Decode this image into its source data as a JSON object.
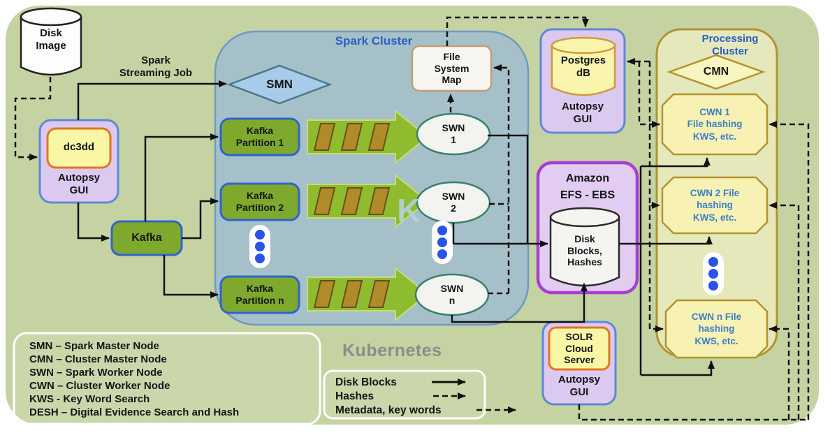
{
  "panel": {
    "spark_cluster_title": "Spark Cluster",
    "processing_cluster_title": "Processing Cluster",
    "kubernetes_label": "Kubernetes",
    "big_k_watermark": "K"
  },
  "nodes": {
    "disk_image": "Disk\nImage",
    "spark_streaming_job": "Spark\nStreaming Job",
    "dc3dd": "dc3dd",
    "dc3dd_autopsy_gui": "Autopsy GUI",
    "kafka": "Kafka",
    "smn": "SMN",
    "kafka_partition_1": "Kafka\nPartition 1",
    "kafka_partition_2": "Kafka\nPartition 2",
    "kafka_partition_n": "Kafka\nPartition n",
    "swn_1": "SWN\n1",
    "swn_2": "SWN\n2",
    "swn_n": "SWN\nn",
    "file_system_map": "File\nSystem\nMap",
    "postgres_db": "Postgres\ndB",
    "postgres_autopsy_gui": "Autopsy GUI",
    "amazon_efs_ebs": "Amazon\nEFS - EBS",
    "disk_blocks_hashes": "Disk\nBlocks,\nHashes",
    "cmn": "CMN",
    "cwn_1": "CWN 1\nFile hashing\nKWS, etc.",
    "cwn_2": "CWN 2 File\nhashing\nKWS, etc.",
    "cwn_n": "CWN n File\nhashing\nKWS, etc.",
    "solr_cloud_server": "SOLR\nCloud\nServer",
    "solr_autopsy_gui": "Autopsy GUI"
  },
  "abbreviation_legend": {
    "items": [
      "SMN – Spark Master Node",
      "CMN – Cluster Master Node",
      "SWN – Spark Worker Node",
      "CWN – Cluster Worker Node",
      "KWS -  Key Word Search",
      "DESH – Digital Evidence Search and Hash"
    ]
  },
  "arrow_legend": {
    "items": [
      {
        "label": "Disk Blocks",
        "style": "solid"
      },
      {
        "label": "Hashes",
        "style": "dashed"
      },
      {
        "label": "Metadata, key words",
        "style": "dashed"
      }
    ]
  },
  "colors": {
    "background_panel": "#c5d3a2",
    "spark_cluster_fill": "#a6c0c9",
    "spark_cluster_border": "#7099c2",
    "processing_cluster_fill": "#e5e8ba",
    "cluster_tan_border": "#b2932f",
    "kafka_green": "#7fa92d",
    "node_blue_border": "#2f63cf",
    "flow_arrow_green": "#8fbc2f",
    "block_brown": "#b18a2a",
    "autopsy_purple": "#dcc9f0",
    "autopsy_blue_border": "#5d88d8",
    "amazon_purple_border": "#a63fd4",
    "yellow_fill": "#f9f6a6",
    "orange_border": "#e2761d",
    "title_blue": "#2b5fc0",
    "cwn_text_blue": "#3f7ec7",
    "dot_blue": "#2853ea",
    "kubernetes_gray": "#8c8c8c"
  }
}
